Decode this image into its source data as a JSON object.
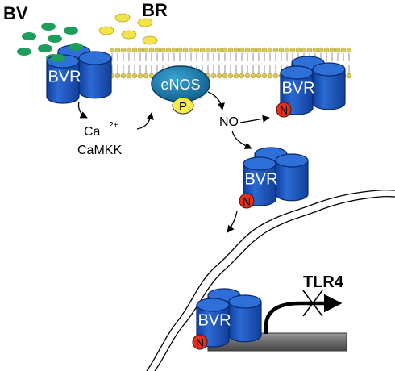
{
  "labels": {
    "bv": "BV",
    "br": "BR",
    "bvr": "BVR",
    "enos": "eNOS",
    "phospho": "P",
    "nitrosyl": "N",
    "calcium": "Ca",
    "calcium_charge": "2+",
    "camkk": "CaMKK",
    "no": "NO",
    "tlr4": "TLR4"
  },
  "colors": {
    "bvr_blue": "#1e5bc6",
    "bvr_dark": "#0c3a96",
    "bv_green": "#1f9d5a",
    "br_yellow": "#f2e44a",
    "enos_teal": "#1a78a8",
    "n_red": "#e0301e",
    "membrane_gold": "#d8c85a",
    "dna_gray": "#6f6f6f"
  }
}
